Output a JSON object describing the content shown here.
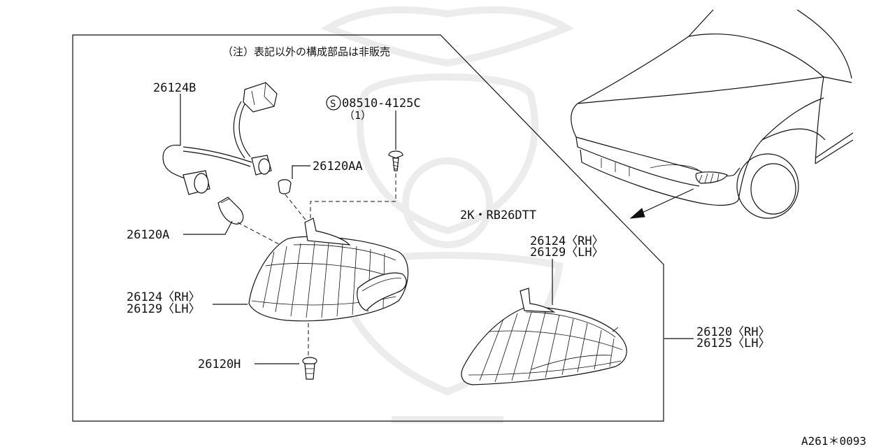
{
  "diagram": {
    "note": "（注）表記以外の構成部品は非販売",
    "engine_label": "2K・RB26DTT",
    "figure_id": "A261＊0093",
    "callouts": {
      "harness": "26124B",
      "screw_code": "08510-4125C",
      "screw_symbol": "S",
      "screw_qty": "（1）",
      "small_bulb": "26120AA",
      "bulb": "26120A",
      "lamp_left_rh": "26124〈RH〉",
      "lamp_left_lh": "26129〈LH〉",
      "grommet": "26120H",
      "lamp_right_rh": "26124〈RH〉",
      "lamp_right_lh": "26129〈LH〉",
      "assembly_rh": "26120〈RH〉",
      "assembly_lh": "26125〈LH〉"
    }
  }
}
